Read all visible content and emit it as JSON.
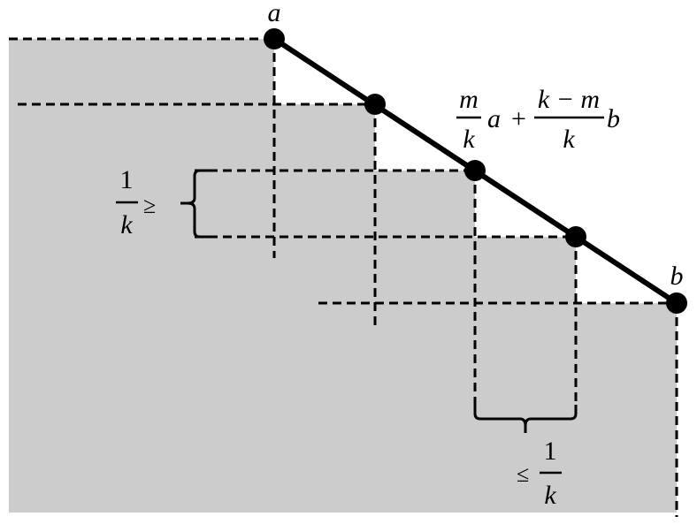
{
  "colors": {
    "fill": "#cccccc",
    "ink": "#000000",
    "background": "#ffffff"
  },
  "labels": {
    "point_a": "a",
    "point_b": "b",
    "mid_m": "m",
    "mid_k1": "k",
    "mid_a": "a",
    "mid_plus": "+",
    "mid_num": "k − m",
    "mid_k2": "k",
    "mid_b": "b",
    "left_num": "1",
    "left_den": "k",
    "left_rel": "≥",
    "bottom_rel": "≤",
    "bottom_num": "1",
    "bottom_den": "k"
  }
}
